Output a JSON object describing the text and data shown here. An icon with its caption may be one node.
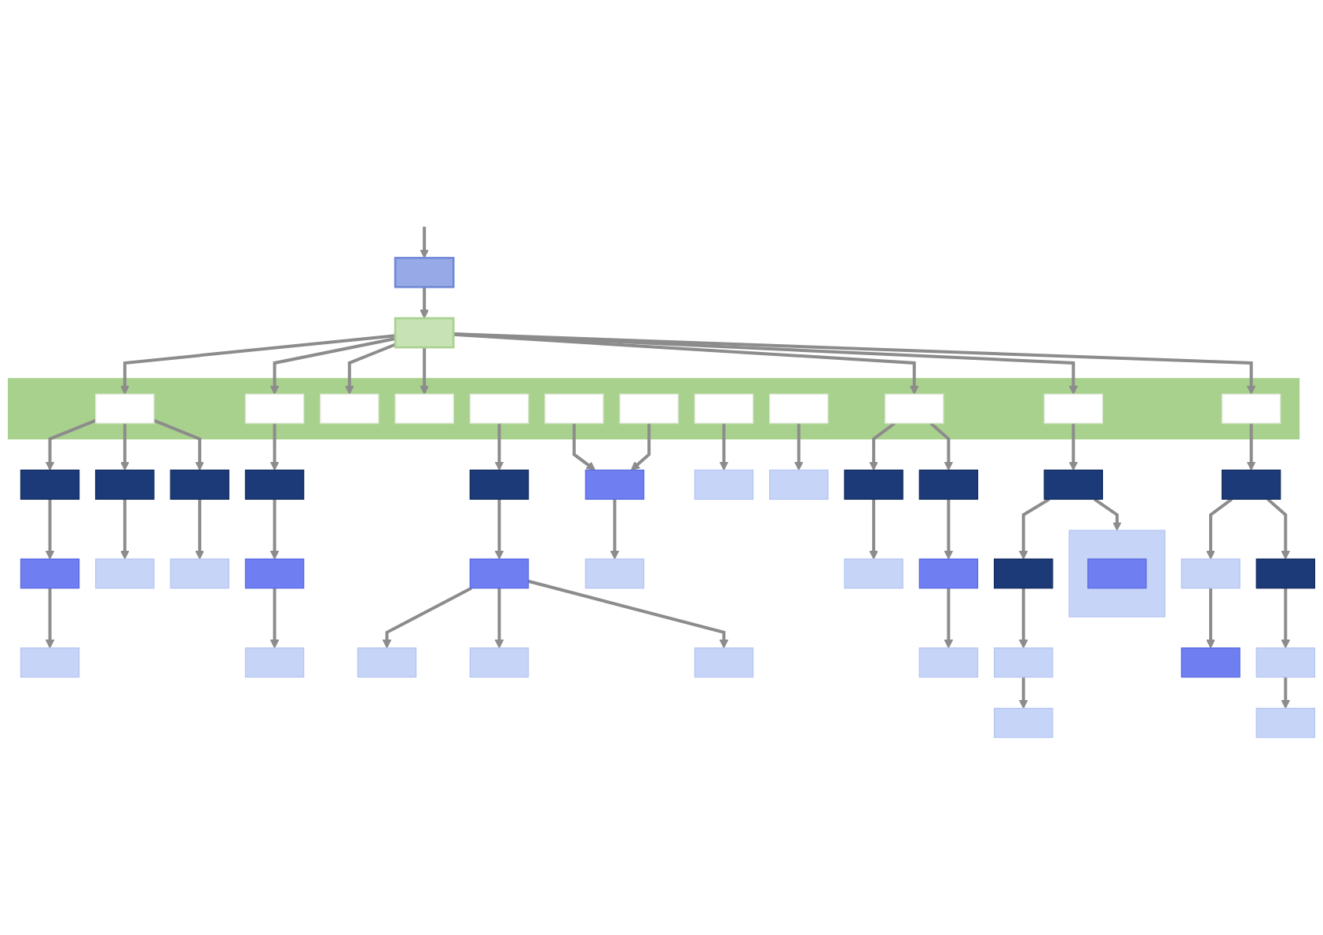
{
  "diagram": {
    "nodes": [
      {
        "text": [],
        "shape": "box"
      },
      {
        "text": [],
        "shape": "box"
      },
      {
        "text": [],
        "shape": "box"
      },
      {
        "text": [],
        "shape": "box",
        "in": 2
      },
      {
        "text": [],
        "shape": "box",
        "in": 2
      },
      {
        "text": [],
        "shape": "box",
        "in": 2
      },
      {
        "text": [],
        "shape": "box",
        "in": 2
      },
      {
        "text": [],
        "shape": "box",
        "in": 2
      },
      {
        "text": [],
        "shape": "box",
        "in": 2
      },
      {
        "text": [],
        "shape": "box",
        "in": 2
      },
      {
        "text": [],
        "shape": "box",
        "in": 2
      },
      {
        "text": [],
        "shape": "box",
        "in": 2
      },
      {
        "text": [],
        "shape": "box",
        "in": 2
      },
      {
        "text": [],
        "shape": "box",
        "in": 2
      },
      {
        "text": [],
        "shape": "box",
        "in": 2
      },
      {
        "text": [],
        "shape": "box"
      },
      {
        "text": [],
        "shape": "box"
      },
      {
        "text": [],
        "shape": "box"
      },
      {
        "text": [],
        "shape": "box"
      },
      {
        "text": [],
        "shape": "box"
      },
      {
        "text": [],
        "shape": "box"
      },
      {
        "text": [],
        "shape": "box"
      },
      {
        "text": [],
        "shape": "box"
      },
      {
        "text": [],
        "shape": "box"
      },
      {
        "text": [],
        "shape": "box"
      },
      {
        "text": [],
        "shape": "box"
      },
      {
        "text": [],
        "shape": "box"
      },
      {
        "text": [],
        "shape": "box"
      },
      {
        "text": [],
        "shape": "box"
      },
      {
        "text": [],
        "shape": "box"
      },
      {
        "text": [],
        "shape": "box"
      },
      {
        "text": [],
        "shape": "box",
        "in": 30
      },
      {
        "text": [],
        "shape": "box"
      },
      {
        "text": [],
        "shape": "box"
      },
      {
        "text": [],
        "shape": "box"
      },
      {
        "text": [],
        "shape": "box"
      },
      {
        "text": [],
        "shape": "box"
      },
      {
        "text": [],
        "shape": "box"
      },
      {
        "text": [],
        "shape": "box"
      },
      {
        "text": [],
        "shape": "box"
      },
      {
        "text": [],
        "shape": "box"
      },
      {
        "text": [],
        "shape": "box"
      },
      {
        "text": [],
        "shape": "box"
      },
      {
        "text": [],
        "shape": "box"
      },
      {
        "text": [],
        "shape": "box"
      },
      {
        "text": [],
        "shape": "box"
      },
      {
        "text": [],
        "shape": "box"
      },
      {
        "text": [],
        "shape": "box"
      },
      {
        "text": [],
        "shape": "box"
      },
      {
        "text": [],
        "shape": "box"
      },
      {
        "text": [],
        "shape": "box"
      }
    ],
    "edges": [
      {
        "from": null,
        "to": 0,
        "arrow": "to"
      },
      {
        "from": 0,
        "to": 1,
        "arrow": "to"
      },
      {
        "from": 1,
        "to": 3,
        "arrow": "to"
      },
      {
        "from": 1,
        "to": 4,
        "arrow": "to"
      },
      {
        "from": 1,
        "to": 5,
        "arrow": "to"
      },
      {
        "from": 1,
        "to": 6,
        "arrow": "to"
      },
      {
        "from": 1,
        "to": 12,
        "arrow": "to"
      },
      {
        "from": 1,
        "to": 13,
        "arrow": "to"
      },
      {
        "from": 1,
        "to": 14,
        "arrow": "to"
      },
      {
        "from": 3,
        "to": 15,
        "arrow": "to"
      },
      {
        "from": 3,
        "to": 24,
        "arrow": "to"
      },
      {
        "from": 3,
        "to": 16,
        "arrow": "to"
      },
      {
        "from": 4,
        "to": 17,
        "arrow": "to"
      },
      {
        "from": 7,
        "to": 18,
        "arrow": "to"
      },
      {
        "from": 8,
        "to": 19,
        "arrow": "to"
      },
      {
        "from": 9,
        "to": 19,
        "arrow": "to"
      },
      {
        "from": 10,
        "to": 37,
        "arrow": "to"
      },
      {
        "from": 11,
        "to": 28,
        "arrow": "to"
      },
      {
        "from": 12,
        "to": 20,
        "arrow": "to"
      },
      {
        "from": 12,
        "to": 21,
        "arrow": "to"
      },
      {
        "from": 13,
        "to": 22,
        "arrow": "to"
      },
      {
        "from": 14,
        "to": 23,
        "arrow": "to"
      },
      {
        "from": 15,
        "to": 33,
        "arrow": "to"
      },
      {
        "from": 33,
        "to": 47,
        "arrow": "to"
      },
      {
        "from": 24,
        "to": 41,
        "arrow": "to"
      },
      {
        "from": 16,
        "to": 48,
        "arrow": "to"
      },
      {
        "from": 17,
        "to": 25,
        "arrow": "to"
      },
      {
        "from": 25,
        "to": 34,
        "arrow": "to"
      },
      {
        "from": 18,
        "to": 26,
        "arrow": "to"
      },
      {
        "from": 26,
        "to": 35,
        "arrow": "to"
      },
      {
        "from": 26,
        "to": 42,
        "arrow": "to"
      },
      {
        "from": 26,
        "to": 36,
        "arrow": "to"
      },
      {
        "from": 19,
        "to": 27,
        "arrow": "to"
      },
      {
        "from": 20,
        "to": 38,
        "arrow": "to"
      },
      {
        "from": 21,
        "to": 29,
        "arrow": "to"
      },
      {
        "from": 29,
        "to": 39,
        "arrow": "to"
      },
      {
        "from": 22,
        "to": 30,
        "arrow": "to"
      },
      {
        "from": 22,
        "to": 43,
        "arrow": "to"
      },
      {
        "from": 43,
        "to": 45,
        "arrow": "to"
      },
      {
        "from": 45,
        "to": 49,
        "arrow": "to"
      },
      {
        "from": 23,
        "to": 32,
        "arrow": "to"
      },
      {
        "from": 32,
        "to": 40,
        "arrow": "to"
      },
      {
        "from": 23,
        "to": 44,
        "arrow": "to"
      },
      {
        "from": 44,
        "to": 46,
        "arrow": "to"
      },
      {
        "from": 46,
        "to": 50,
        "arrow": "to"
      }
    ]
  }
}
